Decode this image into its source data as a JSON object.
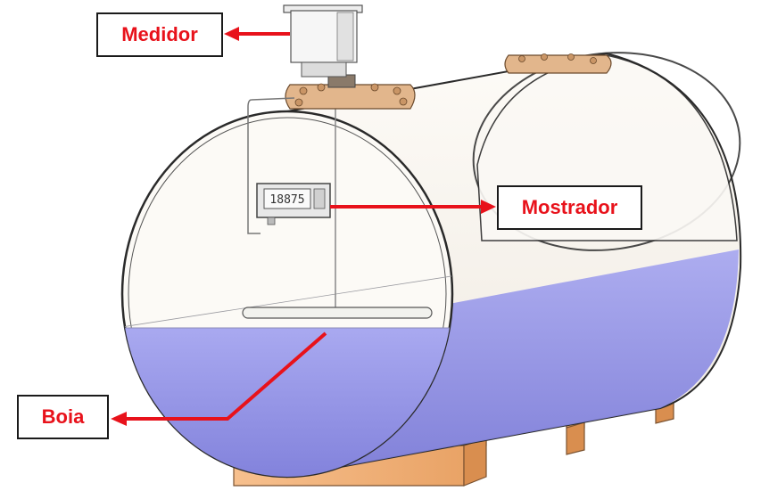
{
  "labels": {
    "medidor": "Medidor",
    "mostrador": "Mostrador",
    "boia": "Boia"
  },
  "display": {
    "reading": "18875"
  },
  "colors": {
    "arrow": "#e8121b",
    "liquid": "#8f8fe8",
    "support": "#f2b27a",
    "tank_body": "#faf7f1",
    "outline": "#2a2a2a"
  }
}
